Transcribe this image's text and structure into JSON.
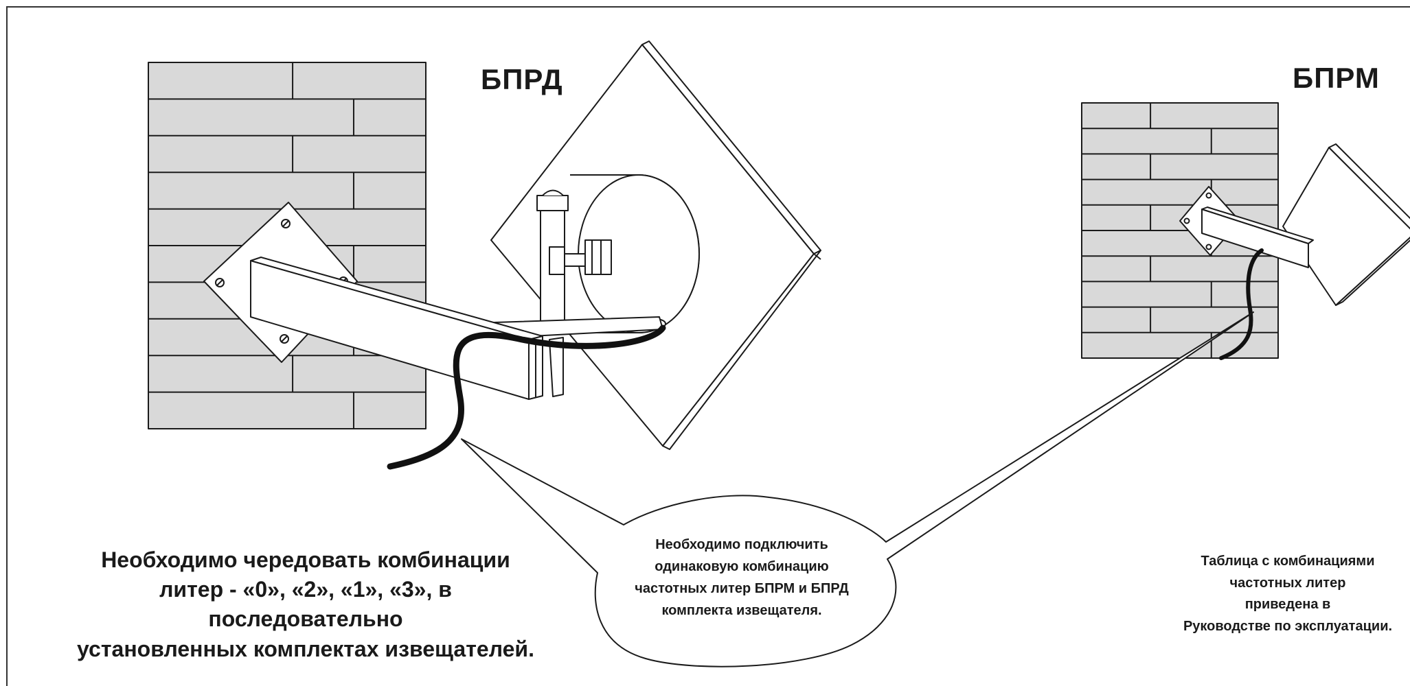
{
  "labels": {
    "transmitter": "БПРД",
    "receiver": "БПРМ"
  },
  "notes": {
    "left_lines": [
      "Необходимо чередовать комбинации",
      "литер - «0», «2», «1», «3», в последовательно",
      "установленных комплектах извещателей."
    ],
    "callout_lines": [
      "Необходимо подключить",
      "одинаковую комбинацию",
      "частотных литер БПРМ и БПРД",
      "комплекта извещателя."
    ],
    "right_lines": [
      "Таблица с комбинациями",
      "частотных литер",
      "приведена в",
      "Руководстве по эксплуатации."
    ]
  },
  "colors": {
    "brick_fill": "#d9d9d9",
    "line": "#1a1a1a",
    "cable": "#111111"
  }
}
